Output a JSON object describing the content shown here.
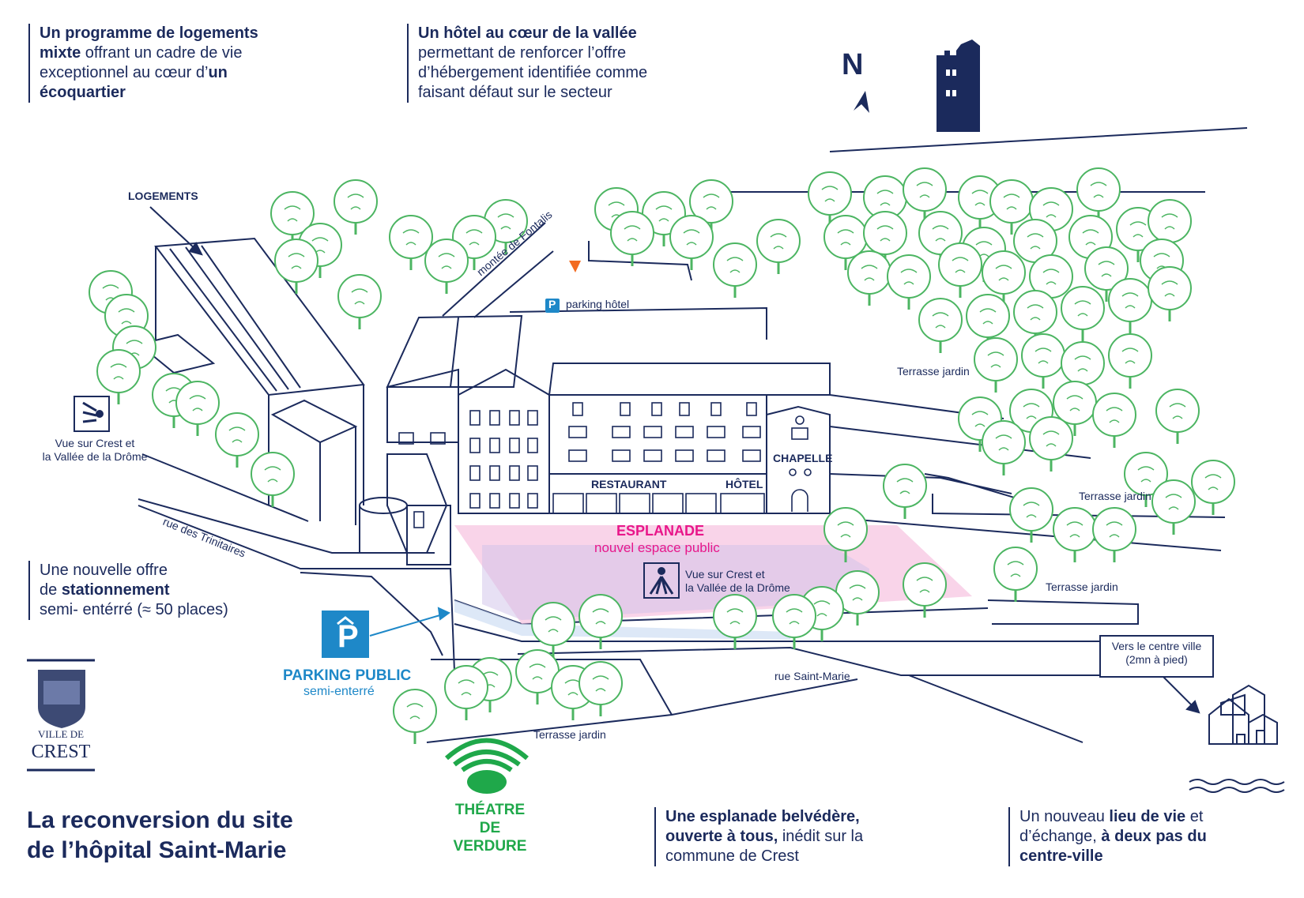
{
  "colors": {
    "navy": "#1b2a5c",
    "tree": "#4cb562",
    "pink": "#e8178a",
    "blue": "#1e88c8",
    "green": "#1fa84a",
    "orange": "#f26b21",
    "esplanade_fill": "#f7c5e2",
    "esplanade_fill2": "#cfc2ea"
  },
  "blocks": {
    "logements": {
      "b1": "Un programme de logements",
      "b2": "mixte",
      "t1": " offrant un cadre de vie",
      "t2": "exceptionnel au cœur d’",
      "b3": "un",
      "b4": "écoquartier"
    },
    "hotel": {
      "b1": "Un hôtel au cœur de la vallée",
      "t1": "permettant de renforcer l’offre",
      "t2": "d’hébergement identifiée comme",
      "t3": "faisant défaut sur le secteur"
    },
    "stationnement": {
      "t1": "Une nouvelle offre",
      "t2": "de ",
      "b1": "stationnement",
      "t3": "semi- entérré (≈ 50 places)"
    },
    "esplanade": {
      "b1": "Une esplanade belvédère,",
      "b2": "ouverte à tous,",
      "t1": " inédit sur la",
      "t2": "commune de Crest"
    },
    "lieu": {
      "t1": "Un nouveau ",
      "b1": "lieu de vie",
      "t2": " et",
      "t3": "d’échange, ",
      "b2": "à deux pas du",
      "b3": "centre-ville"
    }
  },
  "title": {
    "l1": "La reconversion du site",
    "l2": "de l’hôpital Saint-Marie"
  },
  "compass": {
    "label": "N"
  },
  "logo": {
    "l1": "VILLE DE",
    "l2": "CREST"
  },
  "labels": {
    "logements": "LOGEMENTS",
    "montee": "montée de Fontalis",
    "parking_hotel": "parking hôtel",
    "parking_icon": "P",
    "restaurant": "RESTAURANT",
    "hotel": "HÔTEL",
    "chapelle": "CHAPELLE",
    "esplanade": "ESPLANADE",
    "esplanade_sub": "nouvel espace public",
    "vue1_l1": "Vue sur Crest et",
    "vue1_l2": "la Vallée de la Drôme",
    "vue2_l1": "Vue sur Crest et",
    "vue2_l2": "la Vallée de la Drôme",
    "rue_trinitaires": "rue des Trinitaires",
    "rue_saint_marie": "rue Saint-Marie",
    "parking_public": "PARKING PUBLIC",
    "parking_public_sub": "semi-enterré",
    "terrasse1": "Terrasse jardin",
    "terrasse2": "Terrasse jardin",
    "terrasse3": "Terrasse jardin",
    "terrasse4": "Terrasse jardin",
    "centre_l1": "Vers le centre ville",
    "centre_l2": "(2mn à pied)",
    "theatre_l1": "THÉATRE",
    "theatre_l2": "DE VERDURE"
  }
}
